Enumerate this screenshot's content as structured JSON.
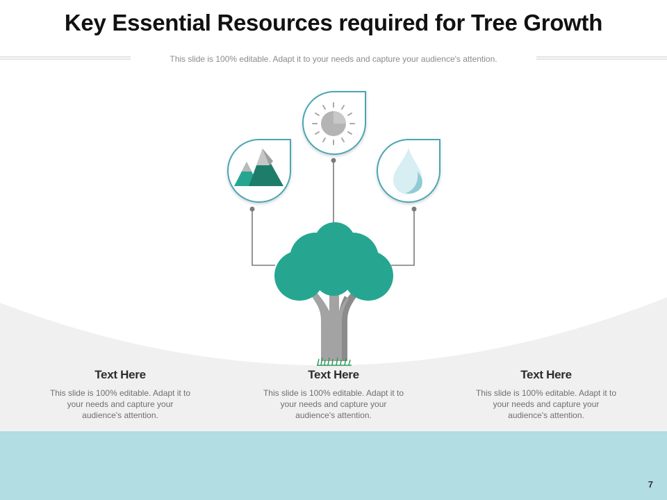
{
  "slide": {
    "title": "Key Essential Resources required for Tree Growth",
    "subtitle": "This slide is 100% editable. Adapt it to your needs and capture your audience's attention.",
    "page_number": "7"
  },
  "icons": [
    {
      "name": "mountains-icon"
    },
    {
      "name": "sun-icon"
    },
    {
      "name": "water-drop-icon"
    }
  ],
  "captions": [
    {
      "heading": "Text Here",
      "body": "This slide is 100% editable. Adapt it to your needs and capture your audience's attention."
    },
    {
      "heading": "Text Here",
      "body": "This slide is 100% editable. Adapt it to your needs and capture your audience's attention."
    },
    {
      "heading": "Text Here",
      "body": "This slide is 100% editable. Adapt it to your needs and capture your audience's attention."
    }
  ],
  "colors": {
    "teal": "#26a690",
    "teal_dark": "#1e7d6a",
    "outline": "#4aa6b3",
    "gray_trunk": "#a3a3a3",
    "light_blue_band": "#b1dde3",
    "ground": "#f0f0f0"
  }
}
